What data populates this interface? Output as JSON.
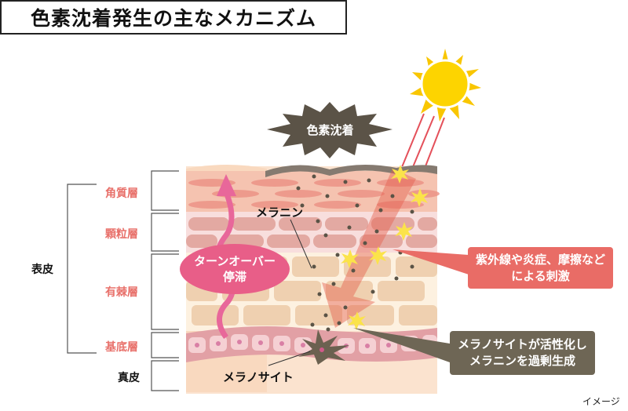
{
  "title": "色素沈着発生の主なメカニズム",
  "pigmentation_label": "色素沈着",
  "layers": {
    "epidermis": "表皮",
    "stratum_corneum": "角質層",
    "stratum_granulosum": "顆粒層",
    "stratum_spinosum": "有棘層",
    "stratum_basale": "基底層",
    "dermis": "真皮"
  },
  "labels": {
    "melanin": "メラニン",
    "melanocyte": "メラノサイト"
  },
  "turnover": {
    "line1": "ターンオーバー",
    "line2": "停滞"
  },
  "callouts": {
    "stimulus": {
      "line1": "紫外線や炎症、摩擦など",
      "line2": "による刺激"
    },
    "activation": {
      "line1": "メラノサイトが活性化し",
      "line2": "メラニンを過剰生成"
    }
  },
  "note": "イメージ",
  "colors": {
    "layer_label": "#e8706a",
    "stimulus_box": "#e96c66",
    "activation_box": "#6e6655",
    "turnover": "#e85e88",
    "sun": "#f9c600"
  }
}
